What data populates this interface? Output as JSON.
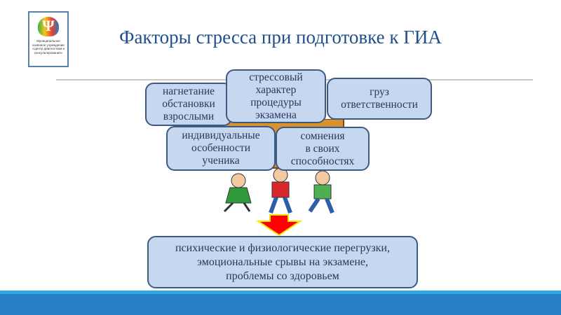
{
  "logo": {
    "text": "Муниципальное казённое учреждение «Центр диагностики и консультирования»"
  },
  "title": "Факторы стресса при подготовке к ГИА",
  "factors": [
    "нагнетание\nобстановки\nвзрослыми",
    "стрессовый\nхарактер\nпроцедуры\nэкзамена",
    "груз\nответственности",
    "индивидуальные\nособенности\nученика",
    "сомнения\nв своих\nспособностях"
  ],
  "result": "психические и физиологические перегрузки,\nэмоциональные срывы на экзамене,\nпроблемы со здоровьем",
  "colors": {
    "title": "#1f4f8a",
    "box_fill": "#c6d8f0",
    "box_border": "#3d5a80",
    "arrow": "#ff0000",
    "band": "#2780c6"
  }
}
